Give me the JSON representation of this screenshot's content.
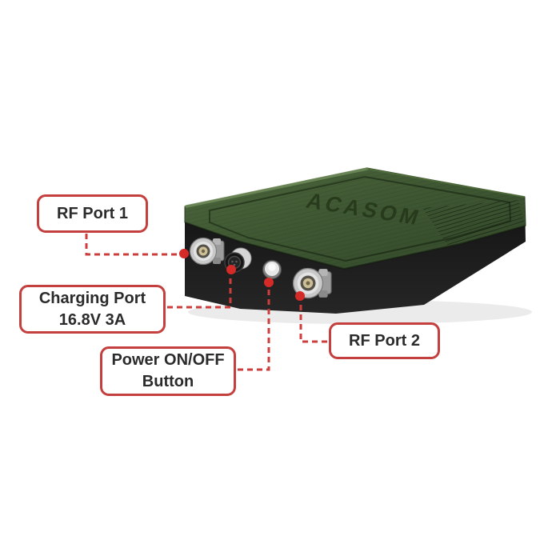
{
  "figure": {
    "type": "annotated-product-photo",
    "background": "#ffffff",
    "accent_color": "#c4403e",
    "leader_color": "#cc3d3c",
    "dot_color": "#d42a28",
    "device": {
      "brand": "ACASOM",
      "top_color": "#3f5833",
      "base_color": "#151515",
      "ports": [
        "RF Port 1",
        "Charging Port",
        "Power ON/OFF Button",
        "RF Port 2"
      ]
    },
    "callouts": [
      {
        "id": "rf-port-1",
        "lines": [
          "RF Port 1"
        ]
      },
      {
        "id": "charging-port",
        "lines": [
          "Charging Port",
          "16.8V 3A"
        ]
      },
      {
        "id": "power-button",
        "lines": [
          "Power ON/OFF",
          "Button"
        ]
      },
      {
        "id": "rf-port-2",
        "lines": [
          "RF Port 2"
        ]
      }
    ]
  }
}
